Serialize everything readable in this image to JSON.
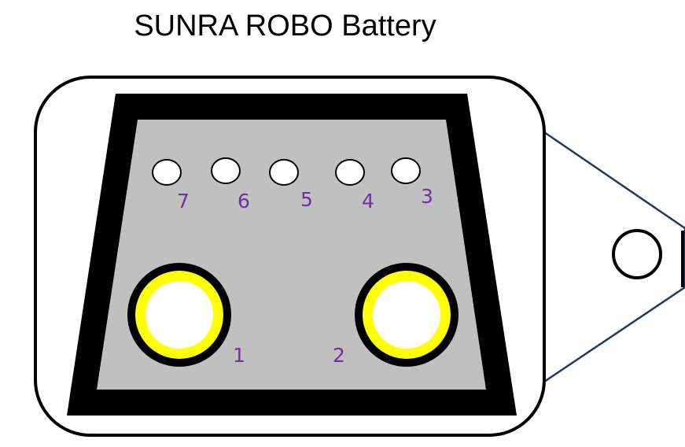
{
  "title": "SUNRA ROBO Battery",
  "colors": {
    "body_fill": "#c0c0c0",
    "frame": "#000000",
    "terminal_ring": "#ffff00",
    "terminal_center": "#ffffff",
    "label": "#7030a0",
    "tab_outline": "#1f3864"
  },
  "small_pins": [
    {
      "label": "7"
    },
    {
      "label": "6"
    },
    {
      "label": "5"
    },
    {
      "label": "4"
    },
    {
      "label": "3"
    }
  ],
  "main_terminals": [
    {
      "label": "1"
    },
    {
      "label": "2"
    }
  ]
}
